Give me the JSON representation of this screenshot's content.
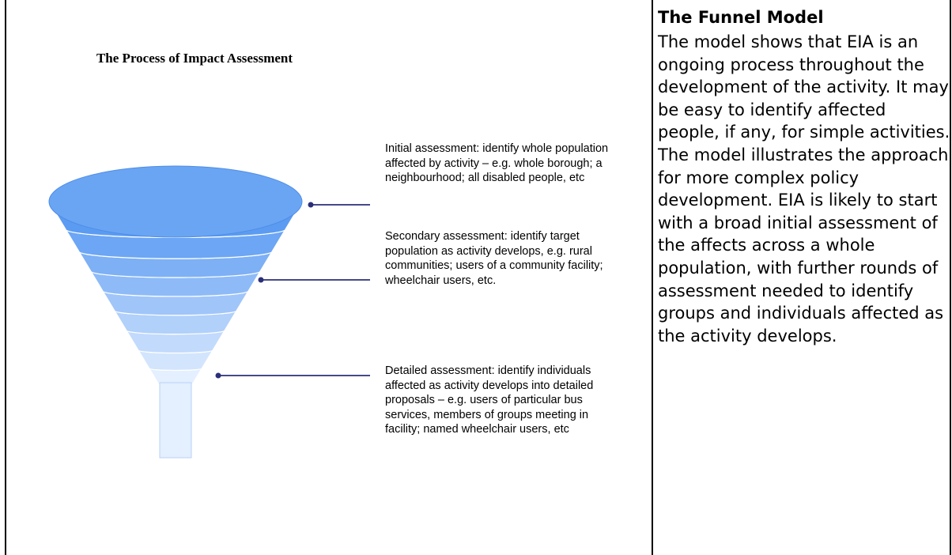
{
  "diagram": {
    "title": "The Process of Impact Assessment",
    "annotations": [
      "Initial assessment: identify whole population affected by activity – e.g. whole borough; a neighbourhood; all disabled people, etc",
      "Secondary assessment: identify target population as activity develops, e.g. rural communities; users of a community facility; wheelchair users, etc.",
      "Detailed assessment: identify individuals affected as activity develops into detailed proposals – e.g. users of particular bus services, members of groups meeting in facility; named wheelchair users, etc"
    ],
    "colors": {
      "funnel_top": "#5b9bf2",
      "funnel_rim": "#6aa5f4",
      "funnel_bottom": "#e4efff",
      "connector": "#2b2f7a"
    }
  },
  "side_panel": {
    "title": "The Funnel Model",
    "body": "The model shows that EIA is an ongoing process throughout the development of the activity. It may be easy to identify affected people, if any, for simple activities. The model illustrates the approach for more complex policy development. EIA is likely to start with a broad initial assessment of the affects across a whole population, with further rounds of assessment needed to identify groups and individuals affected as the activity develops."
  }
}
